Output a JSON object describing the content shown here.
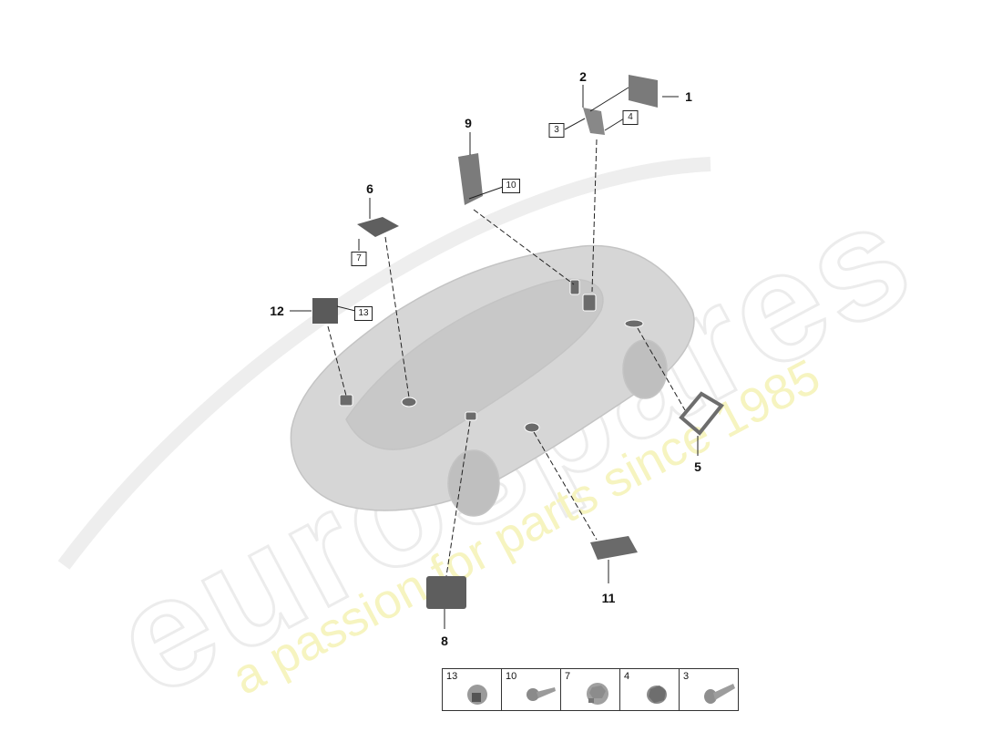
{
  "diagram": {
    "title": "",
    "watermark": {
      "brand": "eurospares",
      "tagline": "a passion for parts since 1985",
      "brand_color": "#e8e8e8",
      "tagline_color": "#f5f3b8"
    },
    "callouts": [
      {
        "id": "1",
        "label": "1"
      },
      {
        "id": "2",
        "label": "2"
      },
      {
        "id": "5",
        "label": "5"
      },
      {
        "id": "6",
        "label": "6"
      },
      {
        "id": "8",
        "label": "8"
      },
      {
        "id": "9",
        "label": "9"
      },
      {
        "id": "11",
        "label": "11"
      },
      {
        "id": "12",
        "label": "12"
      }
    ],
    "boxed_refs": [
      {
        "id": "3",
        "label": "3"
      },
      {
        "id": "4",
        "label": "4"
      },
      {
        "id": "7",
        "label": "7"
      },
      {
        "id": "10",
        "label": "10"
      },
      {
        "id": "13",
        "label": "13"
      }
    ],
    "legend": [
      {
        "num": "13",
        "icon": "flange-nut-icon"
      },
      {
        "num": "10",
        "icon": "self-tapping-screw-icon"
      },
      {
        "num": "7",
        "icon": "hex-flange-nut-stud-icon"
      },
      {
        "num": "4",
        "icon": "hex-nut-icon"
      },
      {
        "num": "3",
        "icon": "pan-head-screw-icon"
      }
    ]
  }
}
